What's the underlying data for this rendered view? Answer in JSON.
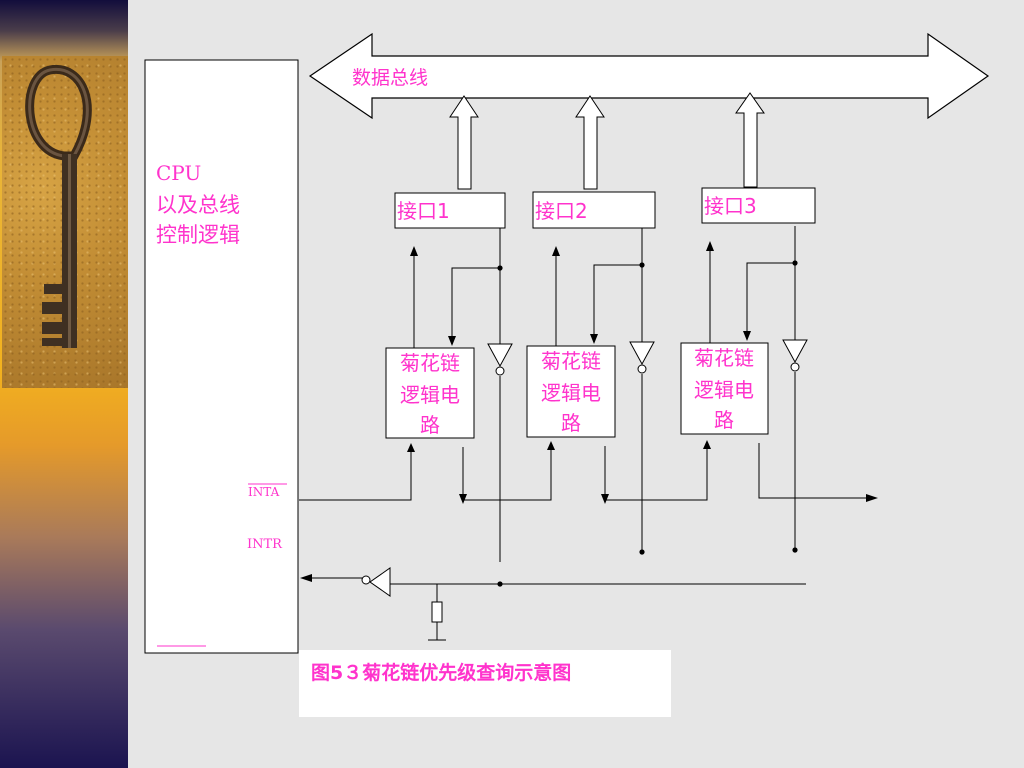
{
  "bus": {
    "label": "数据总线"
  },
  "cpu": {
    "line1": "CPU",
    "line2": "以及总线",
    "line3": "控制逻辑"
  },
  "signals": {
    "inta": "INTA",
    "intr": "INTR"
  },
  "interfaces": [
    {
      "label": "接口1"
    },
    {
      "label": "接口2"
    },
    {
      "label": "接口3"
    }
  ],
  "daisy_chain": {
    "line1": "菊花链",
    "line2": "逻辑电",
    "line3": "路"
  },
  "caption": "图5３菊花链优先级查询示意图",
  "colors": {
    "accent": "#ff33cc",
    "line": "#000000",
    "background": "#e6e6e6"
  },
  "icons": [
    "key-icon",
    "inverter-icon",
    "resistor-icon",
    "ground-icon"
  ]
}
